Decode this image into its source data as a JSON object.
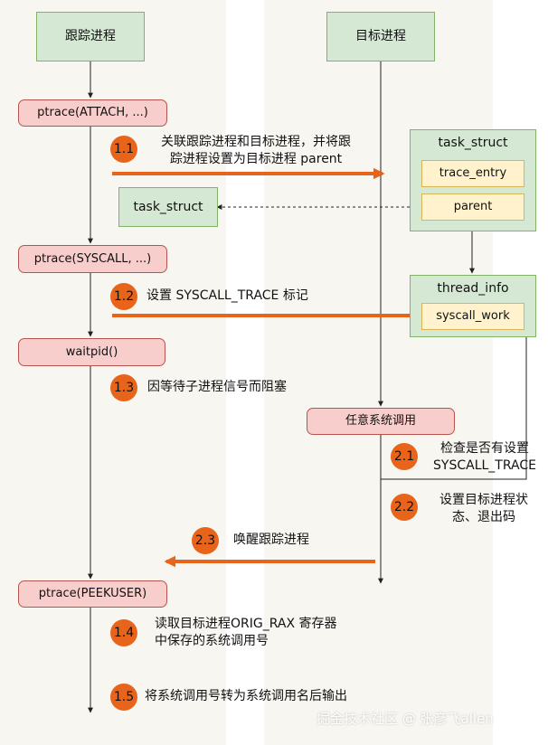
{
  "lanes": {
    "tracer": "跟踪进程",
    "target": "目标进程"
  },
  "tracer_steps": {
    "attach": "ptrace(ATTACH, ...)",
    "syscall": "ptrace(SYSCALL, ...)",
    "waitpid": "waitpid()",
    "peekuser": "ptrace(PEEKUSER)"
  },
  "tracer_task_struct": "task_struct",
  "target_task_struct": {
    "title": "task_struct",
    "trace_entry": "trace_entry",
    "parent": "parent"
  },
  "thread_info": {
    "title": "thread_info",
    "syscall_work": "syscall_work"
  },
  "any_syscall": "任意系统调用",
  "steps": [
    {
      "num": "1.1",
      "line1": "关联跟踪进程和目标进程，并将跟",
      "line2": "踪进程设置为目标进程 parent"
    },
    {
      "num": "1.2",
      "line1": "设置 SYSCALL_TRACE 标记"
    },
    {
      "num": "1.3",
      "line1": "因等待子进程信号而阻塞"
    },
    {
      "num": "2.1",
      "line1": "检查是否有设置",
      "line2": "SYSCALL_TRACE"
    },
    {
      "num": "2.2",
      "line1": "设置目标进程状",
      "line2": "态、退出码"
    },
    {
      "num": "2.3",
      "line1": "唤醒跟踪进程"
    },
    {
      "num": "1.4",
      "line1": "读取目标进程ORIG_RAX 寄存器",
      "line2": "中保存的系统调用号"
    },
    {
      "num": "1.5",
      "line1": "将系统调用号转为系统调用名后输出"
    }
  ],
  "watermark": "掘金技术社区 @ 张彦飞allen",
  "colors": {
    "lane_bg": "#f8f6f1",
    "green_fill": "#d5e8d4",
    "pink_fill": "#f8cecc",
    "yellow_fill": "#fff2cc",
    "badge_orange": "#e8641b",
    "arrow_orange": "#e8641b"
  }
}
